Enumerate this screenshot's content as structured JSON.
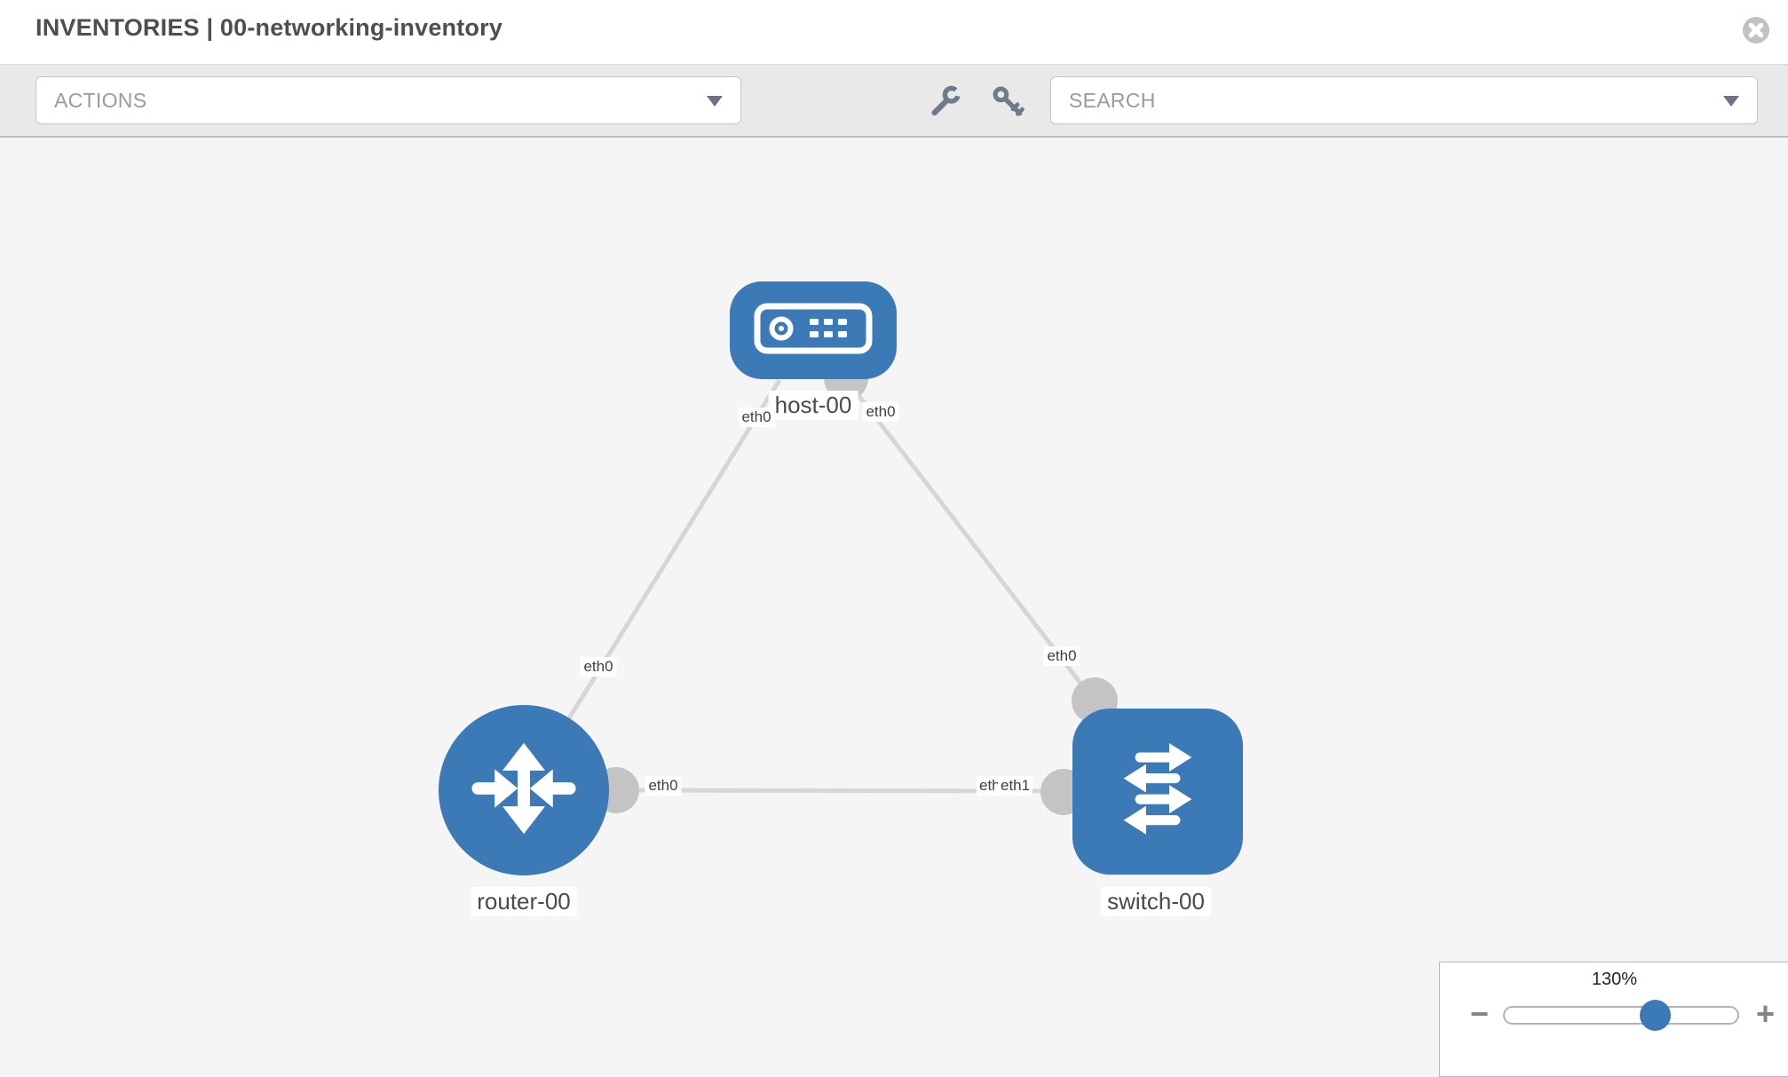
{
  "header": {
    "title": "INVENTORIES | 00-networking-inventory",
    "close_icon": "circle-x"
  },
  "toolbar": {
    "actions_label": "ACTIONS",
    "search_placeholder": "SEARCH",
    "icons": [
      "wrench-icon",
      "key-icon"
    ]
  },
  "graph": {
    "nodes": [
      {
        "id": "host-00",
        "label": "host-00",
        "type": "host",
        "shape": "rounded-rect"
      },
      {
        "id": "router-00",
        "label": "router-00",
        "type": "router",
        "shape": "circle"
      },
      {
        "id": "switch-00",
        "label": "switch-00",
        "type": "switch",
        "shape": "rounded-square"
      }
    ],
    "links": [
      {
        "source": "host-00",
        "target": "router-00"
      },
      {
        "source": "host-00",
        "target": "switch-00"
      },
      {
        "source": "router-00",
        "target": "switch-00"
      }
    ],
    "interfaces": {
      "host_left": "eth0",
      "host_right": "eth0",
      "router_uplink": "eth0",
      "router_right": "eth0",
      "switch_top": "eth0",
      "switch_left_under": "eth0",
      "switch_left_over": "eth1"
    }
  },
  "zoom_panel": {
    "level": "130%",
    "minus_label": "−",
    "plus_label": "+"
  },
  "colors": {
    "node_fill": "#3b7ab6",
    "edge": "#d6d6d6",
    "connector_dot": "#c4c4c4",
    "toolbar_bg": "#e9e9e9",
    "canvas_bg": "#f5f5f5",
    "label_text": "#4a4a4a",
    "zoom_thumb": "#3b7ab6"
  }
}
